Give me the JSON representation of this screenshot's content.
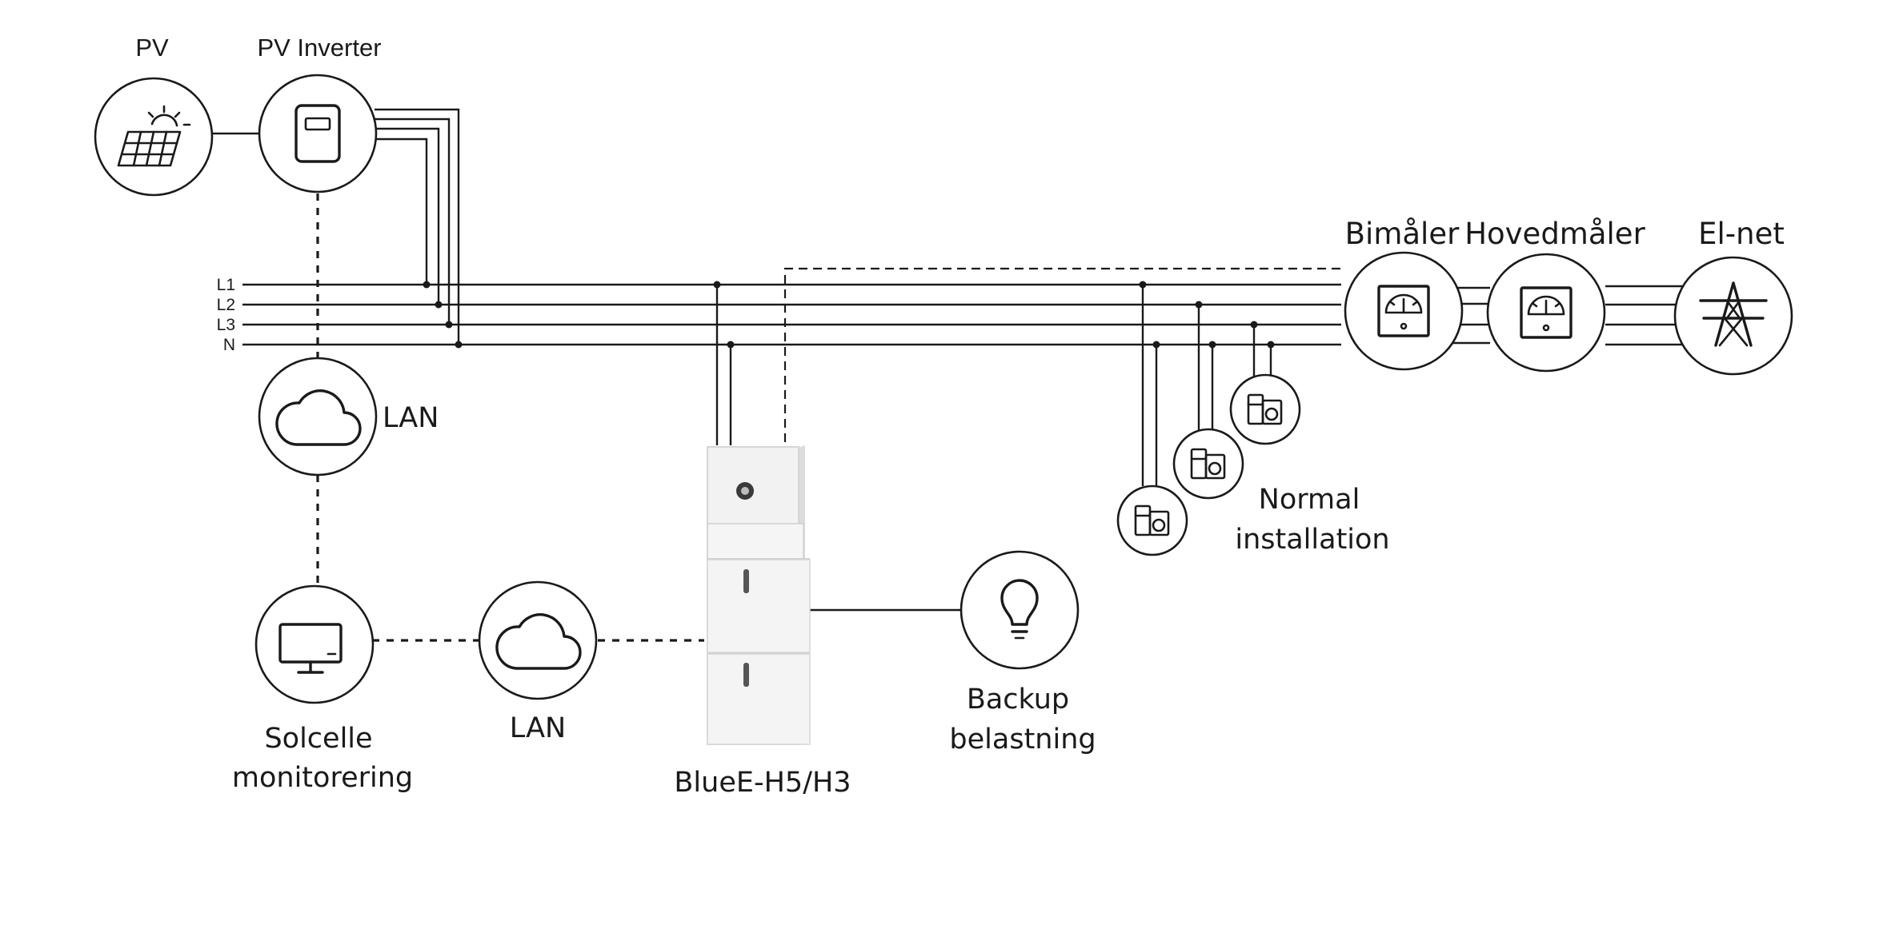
{
  "labels": {
    "pv": "PV",
    "pv_inverter": "PV Inverter",
    "lan_top": "LAN",
    "lan_bottom": "LAN",
    "solcelle_line1": "Solcelle",
    "solcelle_line2": "monitorering",
    "battery": "BlueE-H5/H3",
    "backup_line1": "Backup",
    "backup_line2": "belastning",
    "normal_line1": "Normal",
    "normal_line2": "installation",
    "bimaler": "Bimåler",
    "hovedmaler": "Hovedmåler",
    "elnet": "El-net"
  },
  "bus_lines": [
    "L1",
    "L2",
    "L3",
    "N"
  ],
  "colors": {
    "line": "#1a1a1a",
    "background": "#ffffff",
    "battery_body": "#f2f2f2",
    "battery_seam": "#d0d0d0"
  },
  "icons": {
    "pv": "solar-panel-icon",
    "pv_inverter": "inverter-icon",
    "lan": "cloud-icon",
    "solcelle": "monitor-icon",
    "backup": "light-bulb-icon",
    "normal": "appliance-icon",
    "meter": "meter-gauge-icon",
    "grid": "transmission-tower-icon"
  }
}
